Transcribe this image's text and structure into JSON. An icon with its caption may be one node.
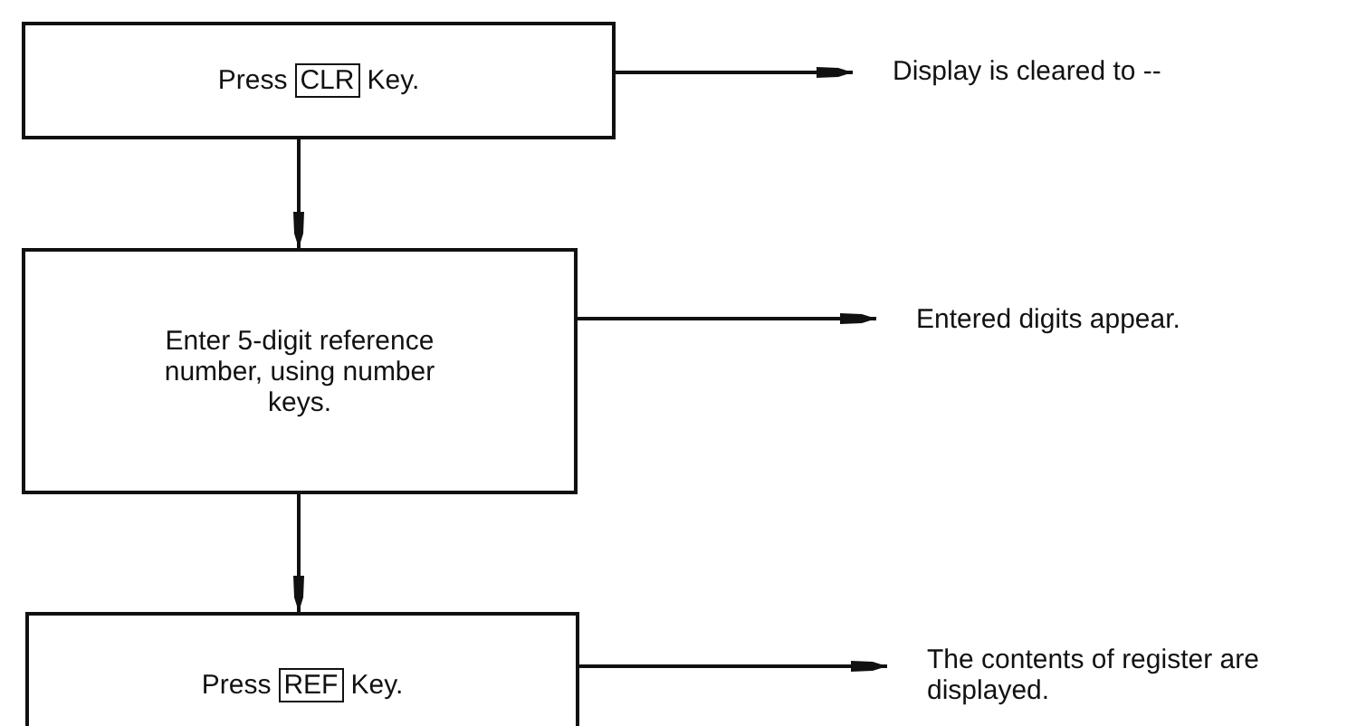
{
  "diagram": {
    "nodes": [
      {
        "text": [
          "Press",
          "Key."
        ]
      },
      {
        "text": [
          "CLR"
        ],
        "in": 0
      },
      {
        "text": [
          "Display is cleared to --"
        ]
      },
      {
        "text": [
          "Enter 5-digit reference number, using number keys."
        ]
      },
      {
        "text": [
          "Entered digits appear."
        ]
      },
      {
        "text": [
          "Press",
          "Key."
        ]
      },
      {
        "text": [
          "REF"
        ],
        "in": 5
      },
      {
        "text": [
          "The contents of register are displayed."
        ]
      }
    ],
    "edges": [
      {
        "from": 0,
        "to": 3,
        "arrow": "to"
      },
      {
        "from": 3,
        "to": 5,
        "arrow": "to"
      },
      {
        "from": 0,
        "to": 2,
        "arrow": "to"
      },
      {
        "from": 3,
        "to": 4,
        "arrow": "to"
      },
      {
        "from": 5,
        "to": 7,
        "arrow": "to"
      }
    ]
  }
}
